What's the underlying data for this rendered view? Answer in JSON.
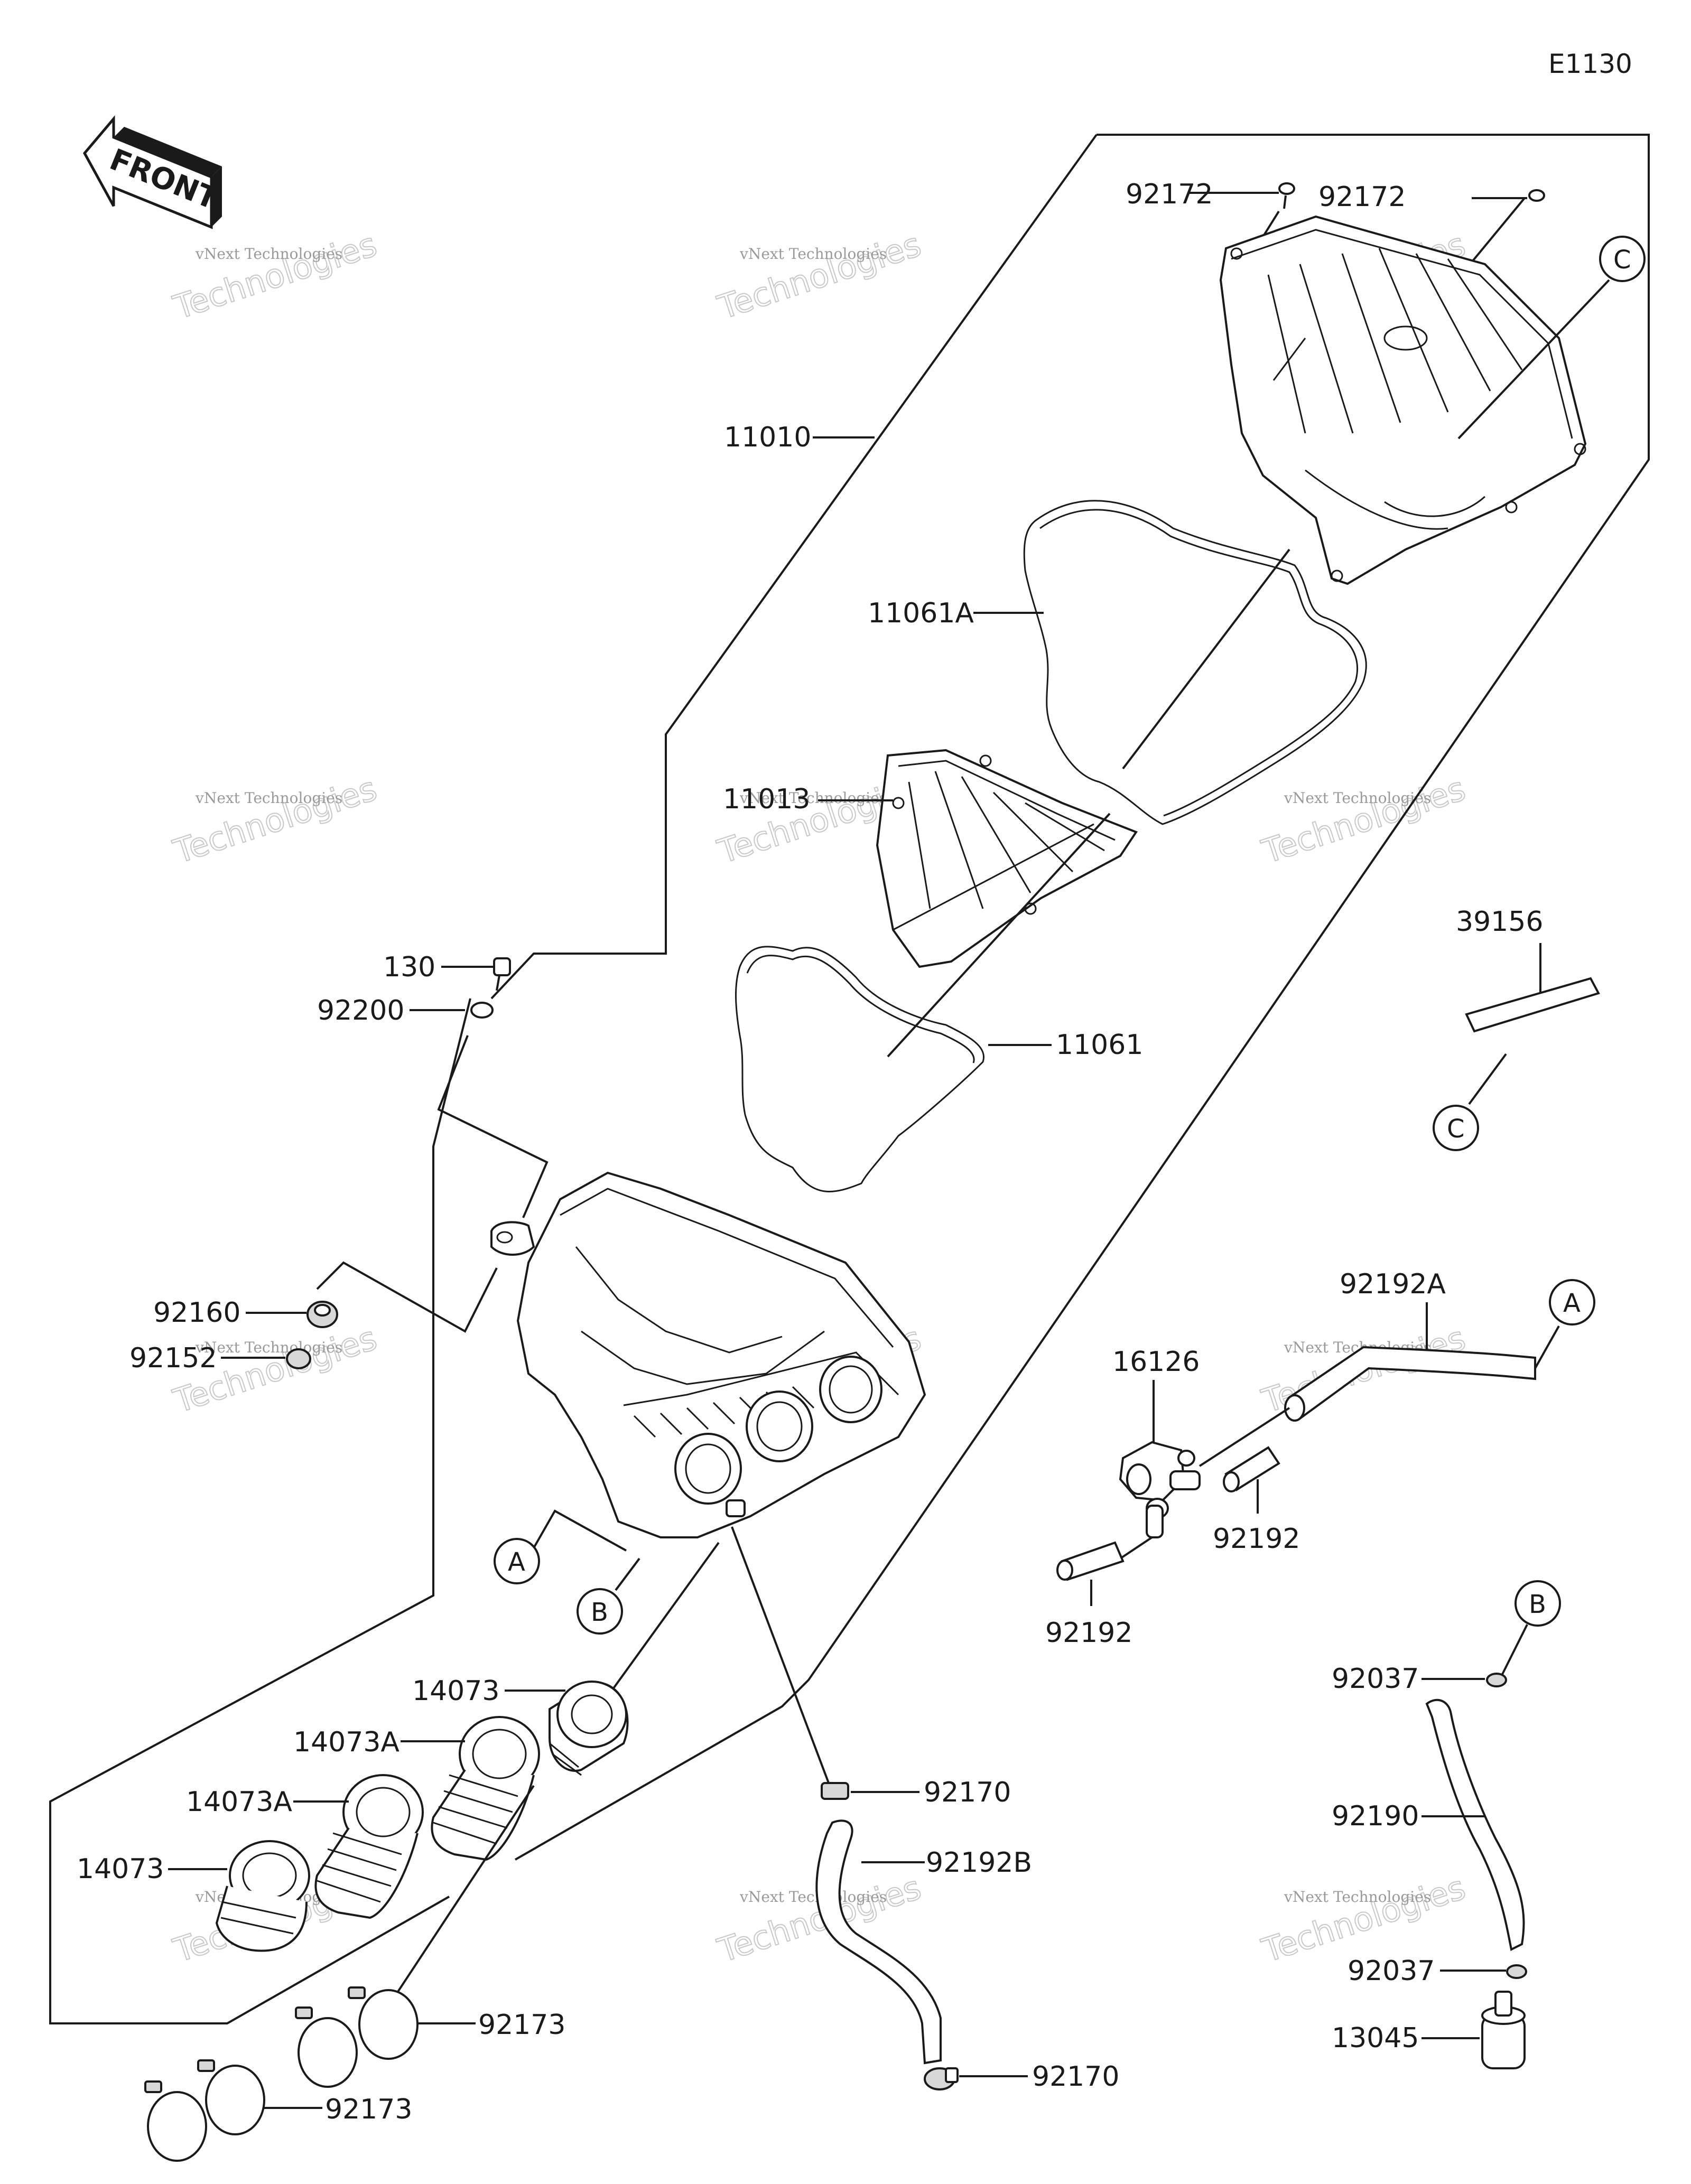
{
  "diagram_code": "E1130",
  "front_label": "FRONT",
  "watermark": {
    "line1": "vNext Technologies",
    "line2": "Technologies"
  },
  "parts": {
    "p92172_left": "92172",
    "p92172_right": "92172",
    "p11010": "11010",
    "p11061A": "11061A",
    "p11013": "11013",
    "p11061": "11061",
    "p130": "130",
    "p92200": "92200",
    "p39156": "39156",
    "p92160": "92160",
    "p92152": "92152",
    "p92192A": "92192A",
    "p16126": "16126",
    "p92192_right": "92192",
    "p92192_bottom": "92192",
    "p14073_top": "14073",
    "p14073A_top": "14073A",
    "p14073A_bottom": "14073A",
    "p14073_bottom": "14073",
    "p92170_top": "92170",
    "p92192B": "92192B",
    "p92173_top": "92173",
    "p92173_bottom": "92173",
    "p92170_bottom": "92170",
    "p92037_top": "92037",
    "p92190": "92190",
    "p92037_bottom": "92037",
    "p13045": "13045"
  },
  "callouts": {
    "c_top": "C",
    "c_right": "C",
    "a_left": "A",
    "a_right": "A",
    "b_left": "B",
    "b_right": "B"
  }
}
